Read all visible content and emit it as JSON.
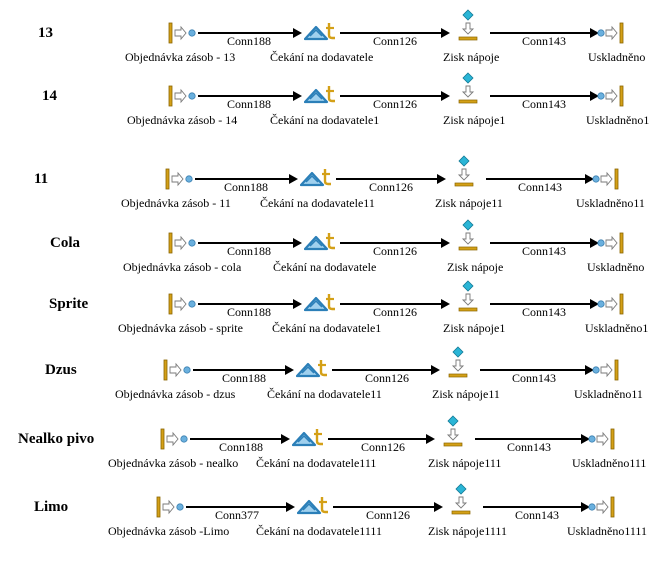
{
  "colors": {
    "bar": "#d4a017",
    "bar_stroke": "#8a6500",
    "circle": "#6ab0de",
    "triangle": "#2b7fb8",
    "diamond": "#2ab5d6",
    "line": "#000000"
  },
  "icons": {
    "source": "entry-bar-arrow-circle-icon",
    "delay": "triangle-clock-icon",
    "process": "diamond-down-arrow-icon",
    "sink": "circle-arrow-exit-bar-icon"
  },
  "rows": [
    {
      "label": "13",
      "source": "Objednávka zásob - 13",
      "conn1": "Conn188",
      "delay": "Čekání na dodavatele",
      "conn2": "Conn126",
      "process": "Zisk nápoje",
      "conn3": "Conn143",
      "sink": "Uskladněno"
    },
    {
      "label": "14",
      "source": "Objednávka zásob - 14",
      "conn1": "Conn188",
      "delay": "Čekání na dodavatele1",
      "conn2": "Conn126",
      "process": "Zisk nápoje1",
      "conn3": "Conn143",
      "sink": "Uskladněno1"
    },
    {
      "label": "11",
      "source": "Objednávka zásob - 11",
      "conn1": "Conn188",
      "delay": "Čekání na dodavatele11",
      "conn2": "Conn126",
      "process": "Zisk nápoje11",
      "conn3": "Conn143",
      "sink": "Uskladněno11"
    },
    {
      "label": "Cola",
      "source": "Objednávka zásob - cola",
      "conn1": "Conn188",
      "delay": "Čekání na dodavatele",
      "conn2": "Conn126",
      "process": "Zisk nápoje",
      "conn3": "Conn143",
      "sink": "Uskladněno"
    },
    {
      "label": "Sprite",
      "source": "Objednávka zásob - sprite",
      "conn1": "Conn188",
      "delay": "Čekání na dodavatele1",
      "conn2": "Conn126",
      "process": "Zisk nápoje1",
      "conn3": "Conn143",
      "sink": "Uskladněno1"
    },
    {
      "label": "Dzus",
      "source": "Objednávka zásob - dzus",
      "conn1": "Conn188",
      "delay": "Čekání na dodavatele11",
      "conn2": "Conn126",
      "process": "Zisk nápoje11",
      "conn3": "Conn143",
      "sink": "Uskladněno11"
    },
    {
      "label": "Nealko pivo",
      "source": "Objednávka zásob - nealko",
      "conn1": "Conn188",
      "delay": "Čekání na dodavatele111",
      "conn2": "Conn126",
      "process": "Zisk nápoje111",
      "conn3": "Conn143",
      "sink": "Uskladněno111"
    },
    {
      "label": "Limo",
      "source": "Objednávka zásob -Limo",
      "conn1": "Conn377",
      "delay": "Čekání na dodavatele1111",
      "conn2": "Conn126",
      "process": "Zisk nápoje1111",
      "conn3": "Conn143",
      "sink": "Uskladněno1111"
    }
  ]
}
